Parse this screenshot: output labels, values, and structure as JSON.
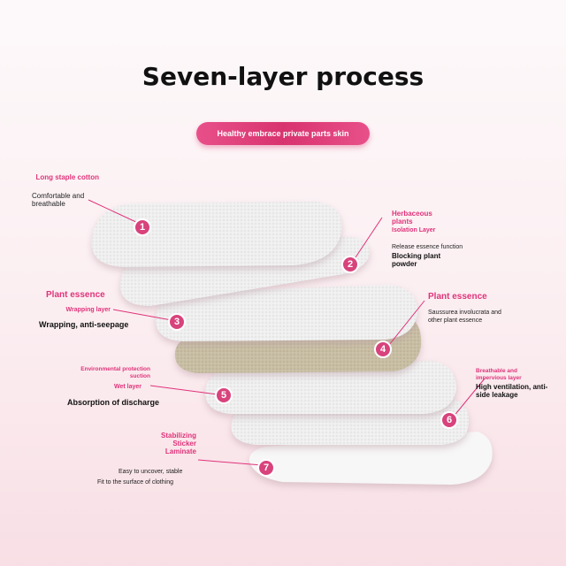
{
  "title": "Seven-layer process",
  "pill": "Healthy embrace private parts skin",
  "layers": [
    {
      "num": "1",
      "pink": "Long staple cotton",
      "sub": "",
      "desc": "Comfortable and breathable"
    },
    {
      "num": "2",
      "pink": "Herbaceous plants",
      "sub": "Isolation Layer",
      "desc": "Release essence function",
      "bold": "Blocking plant powder"
    },
    {
      "num": "3",
      "pink": "Plant essence",
      "sub": "Wrapping layer",
      "desc": "",
      "bold": "Wrapping, anti-seepage"
    },
    {
      "num": "4",
      "pink": "Plant essence",
      "sub": "",
      "desc": "Saussurea involucrata and other plant essence"
    },
    {
      "num": "5",
      "pink": "Environmental protection suction",
      "sub": "Wet layer",
      "desc": "",
      "bold": "Absorption of discharge"
    },
    {
      "num": "6",
      "pink": "Breathable and impervious layer",
      "sub": "",
      "desc": "",
      "bold": "High ventilation, anti-side leakage"
    },
    {
      "num": "7",
      "pink": "Stabilizing Sticker Laminate",
      "sub": "",
      "desc": "Easy to uncover, stable",
      "desc2": "Fit to the surface of clothing"
    }
  ],
  "colors": {
    "accent": "#e0337a",
    "pad": "#f2f2f2",
    "essence": "#c9bfa6"
  }
}
